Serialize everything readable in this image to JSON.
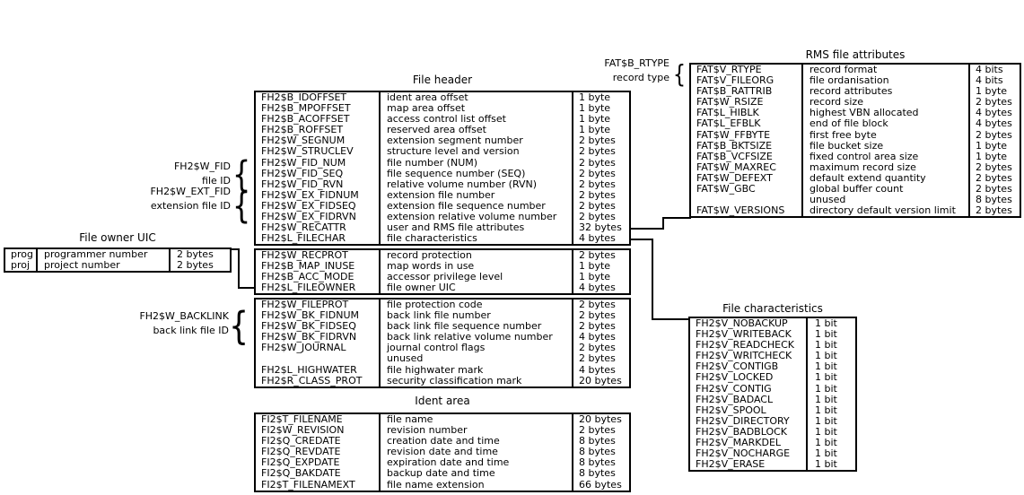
{
  "colors": {
    "ink": "#000000",
    "paper": "#ffffff"
  },
  "glyphs": {
    "left_brace": "{"
  },
  "file_header": {
    "title": "File header",
    "groups": [
      {
        "rows": [
          [
            "FH2$B_IDOFFSET",
            "ident area offset",
            "1 byte"
          ],
          [
            "FH2$B_MPOFFSET",
            "map area offset",
            "1 byte"
          ],
          [
            "FH2$B_ACOFFSET",
            "access control list offset",
            "1 byte"
          ],
          [
            "FH2$B_ROFFSET",
            "reserved area offset",
            "1 byte"
          ],
          [
            "FH2$W_SEGNUM",
            "extension segment number",
            "2 bytes"
          ],
          [
            "FH2$W_STRUCLEV",
            "structure level and version",
            "2 bytes"
          ],
          [
            "FH2$W_FID_NUM",
            "file number (NUM)",
            "2 bytes"
          ],
          [
            "FH2$W_FID_SEQ",
            "file sequence number (SEQ)",
            "2 bytes"
          ],
          [
            "FH2$W_FID_RVN",
            "relative volume number (RVN)",
            "2 bytes"
          ],
          [
            "FH2$W_EX_FIDNUM",
            "extension file number",
            "2 bytes"
          ],
          [
            "FH2$W_EX_FIDSEQ",
            "extension file sequence number",
            "2 bytes"
          ],
          [
            "FH2$W_EX_FIDRVN",
            "extension relative volume number",
            "2 bytes"
          ],
          [
            "FH2$W_RECATTR",
            "user and RMS file attributes",
            "32 bytes"
          ],
          [
            "FH2$L_FILECHAR",
            "file characteristics",
            "4 bytes"
          ]
        ]
      },
      {
        "rows": [
          [
            "FH2$W_RECPROT",
            "record protection",
            "2 bytes"
          ],
          [
            "FH2$B_MAP_INUSE",
            "map words in use",
            "1 byte"
          ],
          [
            "FH2$B_ACC_MODE",
            "accessor privilege level",
            "1 byte"
          ],
          [
            "FH2$L_FILEOWNER",
            "file owner UIC",
            "4 bytes"
          ]
        ]
      },
      {
        "rows": [
          [
            "FH2$W_FILEPROT",
            "file protection code",
            "2 bytes"
          ],
          [
            "FH2$W_BK_FIDNUM",
            "back link file number",
            "2 bytes"
          ],
          [
            "FH2$W_BK_FIDSEQ",
            "back link file sequence number",
            "2 bytes"
          ],
          [
            "FH2$W_BK_FIDRVN",
            "back link relative volume number",
            "4 bytes"
          ],
          [
            "FH2$W_JOURNAL",
            "journal control flags",
            "2 bytes"
          ],
          [
            "",
            "unused",
            "2 bytes"
          ],
          [
            "FH2$L_HIGHWATER",
            "file highwater mark",
            "4 bytes"
          ],
          [
            "FH2$R_CLASS_PROT",
            "security classification mark",
            "20 bytes"
          ]
        ]
      }
    ]
  },
  "ident_area": {
    "title": "Ident area",
    "rows": [
      [
        "FI2$T_FILENAME",
        "file name",
        "20 bytes"
      ],
      [
        "FI2$W_REVISION",
        "revision number",
        "2 bytes"
      ],
      [
        "FI2$Q_CREDATE",
        "creation date and time",
        "8 bytes"
      ],
      [
        "FI2$Q_REVDATE",
        "revision date and time",
        "8 bytes"
      ],
      [
        "FI2$Q_EXPDATE",
        "expiration date and time",
        "8 bytes"
      ],
      [
        "FI2$Q_BAKDATE",
        "backup date and time",
        "8 bytes"
      ],
      [
        "FI2$T_FILENAMEXT",
        "file name extension",
        "66 bytes"
      ]
    ]
  },
  "rms": {
    "title": "RMS file attributes",
    "rows": [
      [
        "FAT$V_RTYPE",
        "record format",
        "4 bits"
      ],
      [
        "FAT$V_FILEORG",
        "file ordanisation",
        "4 bits"
      ],
      [
        "FAT$B_RATTRIB",
        "record attributes",
        "1 byte"
      ],
      [
        "FAT$W_RSIZE",
        "record size",
        "2 bytes"
      ],
      [
        "FAT$L_HIBLK",
        "highest VBN allocated",
        "4 bytes"
      ],
      [
        "FAT$L_EFBLK",
        "end of file block",
        "4 bytes"
      ],
      [
        "FAT$W_FFBYTE",
        "first free byte",
        "2 bytes"
      ],
      [
        "FAT$B_BKTSIZE",
        "file bucket size",
        "1 byte"
      ],
      [
        "FAT$B_VCFSIZE",
        "fixed control area size",
        "1 byte"
      ],
      [
        "FAT$W_MAXREC",
        "maximum record size",
        "2 bytes"
      ],
      [
        "FAT$W_DEFEXT",
        "default extend quantity",
        "2 bytes"
      ],
      [
        "FAT$W_GBC",
        "global buffer count",
        "2 bytes"
      ],
      [
        "",
        "unused",
        "8 bytes"
      ],
      [
        "FAT$W_VERSIONS",
        "directory default version limit",
        "2 bytes"
      ]
    ]
  },
  "fc": {
    "title": "File characteristics",
    "rows": [
      [
        "FH2$V_NOBACKUP",
        "1 bit"
      ],
      [
        "FH2$V_WRITEBACK",
        "1 bit"
      ],
      [
        "FH2$V_READCHECK",
        "1 bit"
      ],
      [
        "FH2$V_WRITCHECK",
        "1 bit"
      ],
      [
        "FH2$V_CONTIGB",
        "1 bit"
      ],
      [
        "FH2$V_LOCKED",
        "1 bit"
      ],
      [
        "FH2$V_CONTIG",
        "1 bit"
      ],
      [
        "FH2$V_BADACL",
        "1 bit"
      ],
      [
        "FH2$V_SPOOL",
        "1 bit"
      ],
      [
        "FH2$V_DIRECTORY",
        "1 bit"
      ],
      [
        "FH2$V_BADBLOCK",
        "1 bit"
      ],
      [
        "FH2$V_MARKDEL",
        "1 bit"
      ],
      [
        "FH2$V_NOCHARGE",
        "1 bit"
      ],
      [
        "FH2$V_ERASE",
        "1 bit"
      ]
    ]
  },
  "uic": {
    "title": "File owner UIC",
    "rows": [
      [
        "prog",
        "programmer number",
        "2 bytes"
      ],
      [
        "proj",
        "project number",
        "2 bytes"
      ]
    ]
  },
  "labels": {
    "fid": {
      "line1": "FH2$W_FID",
      "line2": "file ID"
    },
    "ext_fid": {
      "line1": "FH2$W_EXT_FID",
      "line2": "extension file ID"
    },
    "backlink": {
      "line1": "FH2$W_BACKLINK",
      "line2": "back link file ID"
    },
    "rtype": {
      "line1": "FAT$B_RTYPE",
      "line2": "record type"
    }
  }
}
